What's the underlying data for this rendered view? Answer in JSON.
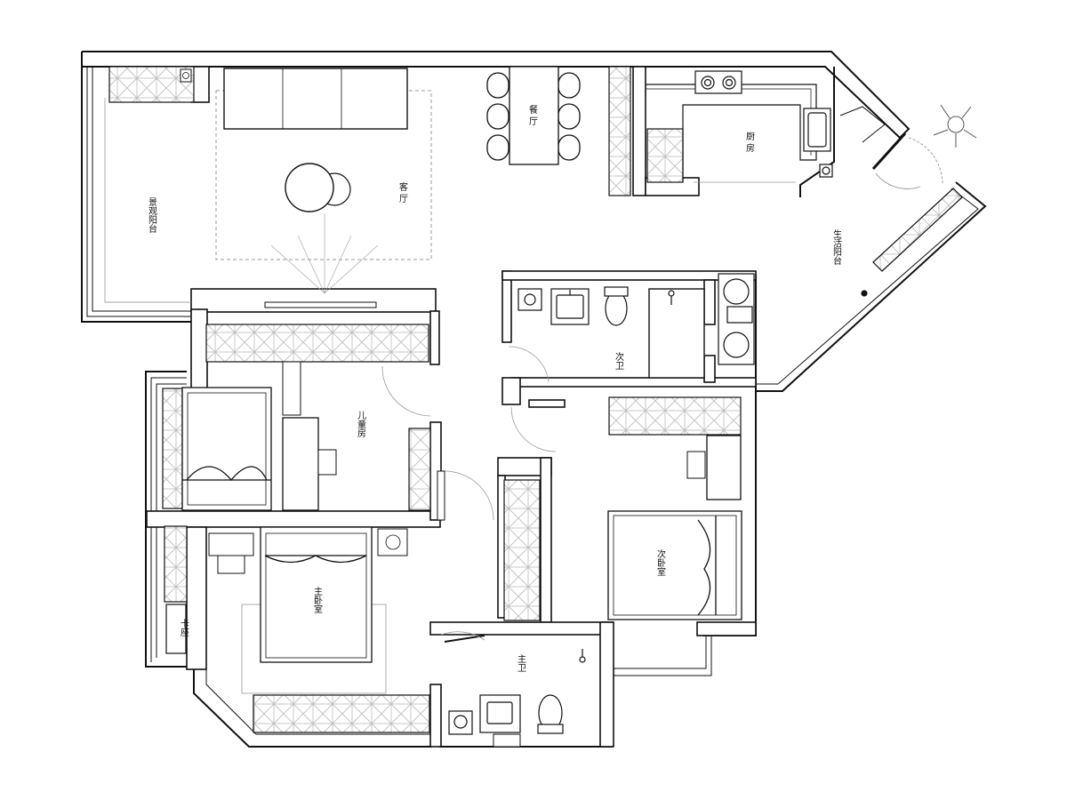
{
  "rooms": {
    "landscape_balcony": "景观阳台",
    "living_room": "客 厅",
    "dining_room": "餐 厅",
    "kitchen": "厨 房",
    "utility_balcony": "生活阳台",
    "second_bath": "次卫",
    "kids_room": "儿童房",
    "second_bedroom": "次卧室",
    "master_bedroom": "主卧室",
    "master_bath": "主卫",
    "kazuo": "卡座"
  },
  "colors": {
    "ink": "#111111",
    "fill": "#ffffff",
    "wall": "#1a1a1a",
    "hatch": "#9a9a9a"
  }
}
